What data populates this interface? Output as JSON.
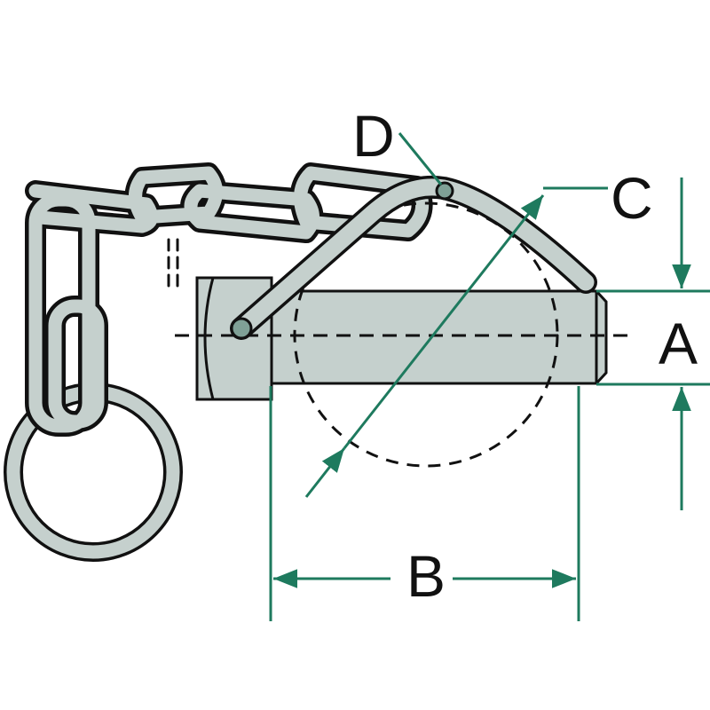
{
  "diagram": {
    "labels": {
      "a": "A",
      "b": "B",
      "c": "C",
      "d": "D"
    },
    "colors": {
      "part_fill": "#c5d0cd",
      "outline": "#111111",
      "dimension": "#1e7a5e",
      "wire_tip": "#7fa096"
    }
  }
}
